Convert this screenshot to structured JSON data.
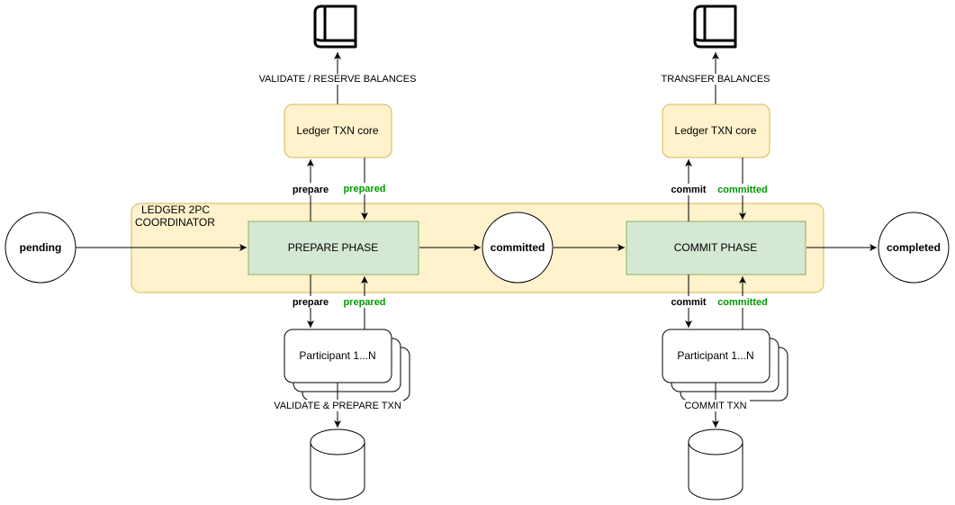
{
  "colors": {
    "coordinator_fill": "#fff2cc",
    "coordinator_stroke": "#d6b656",
    "phase_fill": "#d5e8d4",
    "phase_stroke": "#82b366",
    "ack_text": "#009900"
  },
  "coordinator": {
    "label_line1": "LEDGER 2PC",
    "label_line2": "COORDINATOR"
  },
  "states": {
    "pending": "pending",
    "committed": "committed",
    "completed": "completed"
  },
  "phases": {
    "prepare": "PREPARE PHASE",
    "commit": "COMMIT PHASE"
  },
  "ledger": {
    "left": {
      "label": "Ledger TXN core",
      "operation": "VALIDATE / RESERVE BALANCES",
      "icon": "book-icon"
    },
    "right": {
      "label": "Ledger TXN core",
      "operation": "TRANSFER BALANCES",
      "icon": "book-icon"
    }
  },
  "participants": {
    "left": {
      "label": "Participant 1...N",
      "operation": "VALIDATE & PREPARE TXN",
      "icon": "database-icon"
    },
    "right": {
      "label": "Participant 1...N",
      "operation": "COMMIT TXN",
      "icon": "database-icon"
    }
  },
  "messages": {
    "prepare": "prepare",
    "prepared": "prepared",
    "commit": "commit",
    "committed": "committed"
  }
}
